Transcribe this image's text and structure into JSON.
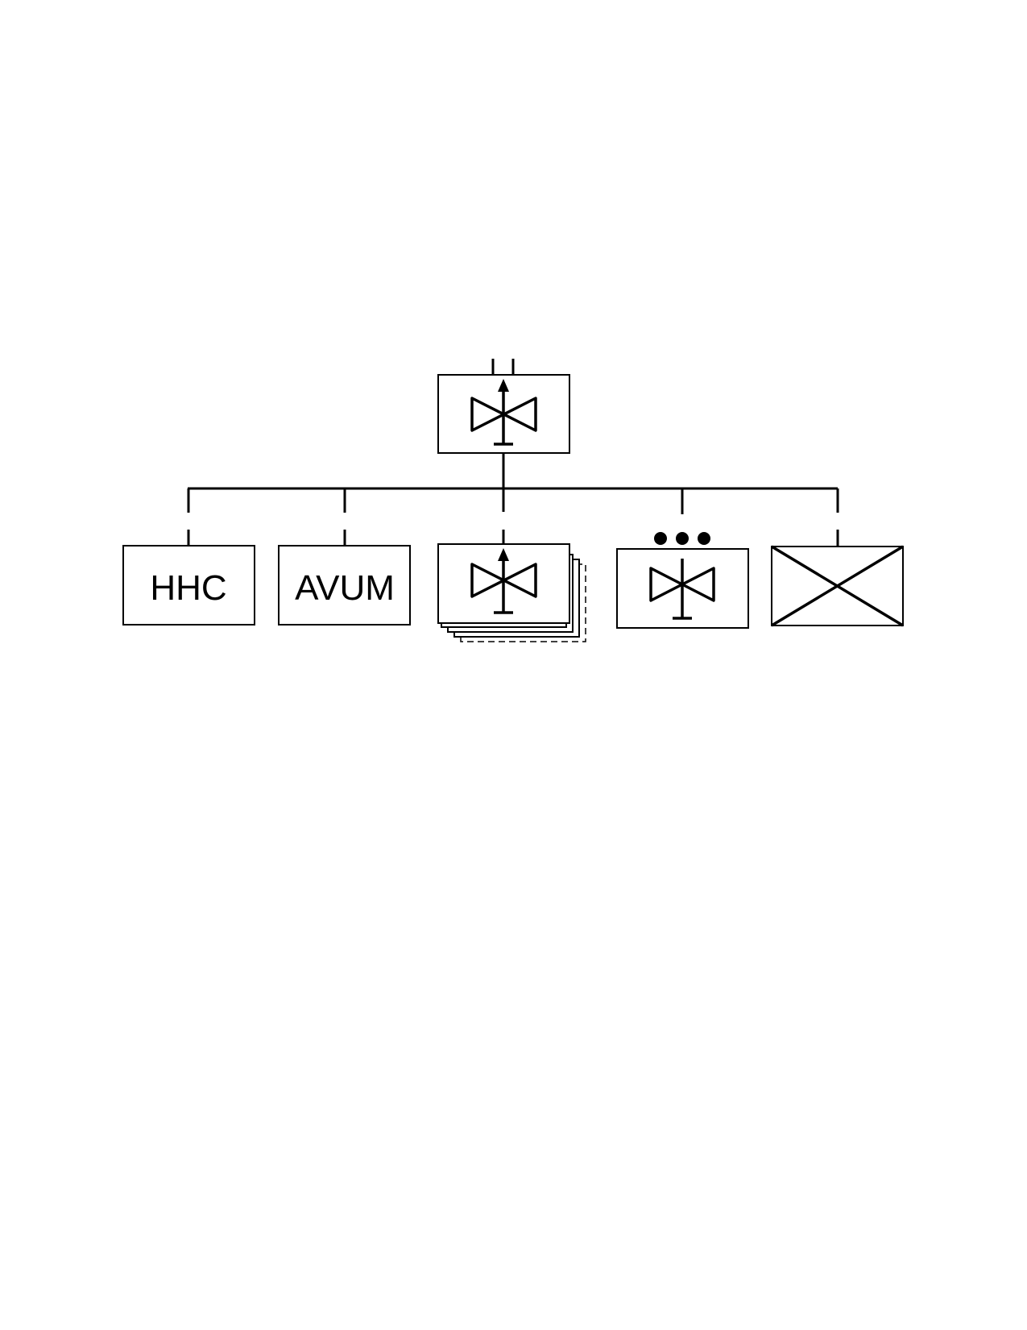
{
  "diagram": {
    "units": [
      {
        "id": "hq",
        "label": "",
        "symbol": "aviation-battalion-headquarters"
      },
      {
        "id": "hhc",
        "label": "HHC",
        "symbol": "headquarters-company"
      },
      {
        "id": "avum",
        "label": "AVUM",
        "symbol": "maintenance-unit"
      },
      {
        "id": "companies",
        "label": "",
        "symbol": "aviation-company-multiple"
      },
      {
        "id": "platoon",
        "label": "",
        "symbol": "aviation-platoon"
      },
      {
        "id": "infantry",
        "label": "",
        "symbol": "infantry-unit"
      }
    ],
    "colors": {
      "line": "#000000",
      "background": "#ffffff"
    }
  }
}
